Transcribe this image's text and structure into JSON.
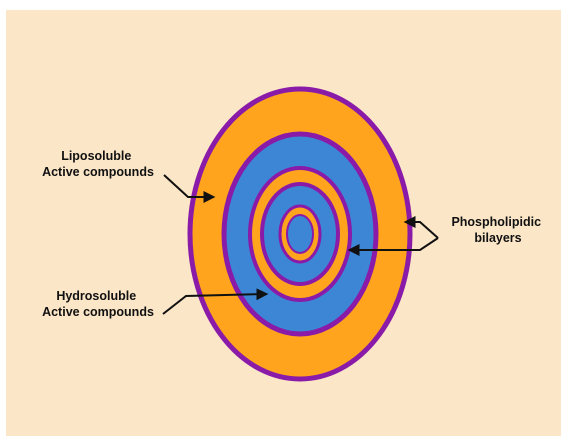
{
  "diagram": {
    "labels": {
      "liposoluble": [
        "Liposoluble",
        "Active compounds"
      ],
      "hydrosoluble": [
        "Hydrosoluble",
        "Active compounds"
      ],
      "phospholipidic": [
        "Phospholipidic",
        "bilayers"
      ]
    },
    "colors": {
      "background": "#fbe6c8",
      "lipid_layer": "#ffa41c",
      "aqueous_layer": "#3d86d6",
      "bilayer_border": "#8a1aa8",
      "arrow": "#111111"
    }
  }
}
